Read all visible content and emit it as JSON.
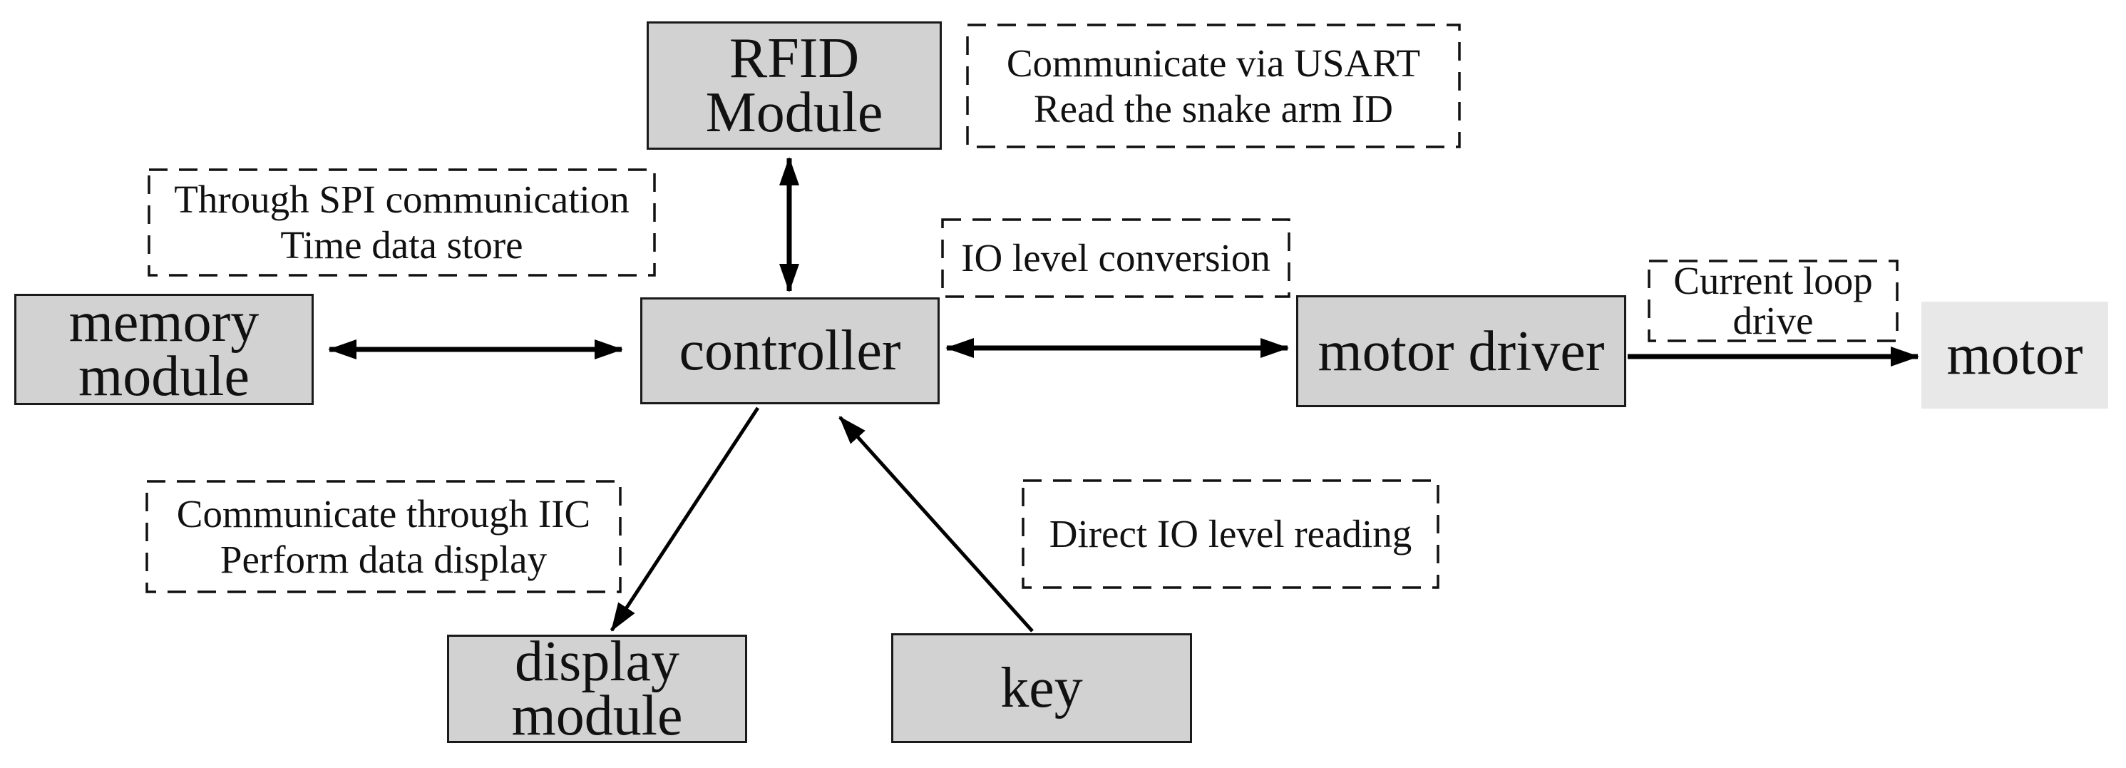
{
  "diagram": {
    "type": "block-diagram",
    "colors": {
      "background": "#ffffff",
      "node_fill": "#d2d2d2",
      "motor_fill": "#e8e8e8",
      "line": "#1a1a1a",
      "text": "#111111"
    },
    "nodes": {
      "rfid": {
        "label": "RFID\nModule"
      },
      "memory": {
        "label": "memory\nmodule"
      },
      "controller": {
        "label": "controller"
      },
      "motor_driver": {
        "label": "motor driver"
      },
      "motor": {
        "label": "motor"
      },
      "display": {
        "label": "display\nmodule"
      },
      "key": {
        "label": "key"
      }
    },
    "annotations": {
      "usart": {
        "text": "Communicate via USART\nRead the snake arm ID"
      },
      "spi": {
        "text": "Through SPI communication\nTime data store"
      },
      "io": {
        "text": "IO level conversion"
      },
      "current_loop": {
        "text": "Current loop\ndrive"
      },
      "iic": {
        "text": "Communicate through IIC\nPerform data display"
      },
      "direct_io": {
        "text": "Direct IO level reading"
      }
    },
    "connections": [
      {
        "from": "memory module",
        "to": "controller",
        "direction": "bidirectional",
        "note": "Through SPI communication / Time data store"
      },
      {
        "from": "RFID Module",
        "to": "controller",
        "direction": "bidirectional",
        "note": "Communicate via USART / Read the snake arm ID"
      },
      {
        "from": "controller",
        "to": "motor driver",
        "direction": "bidirectional",
        "note": "IO level conversion"
      },
      {
        "from": "motor driver",
        "to": "motor",
        "direction": "forward",
        "note": "Current loop drive"
      },
      {
        "from": "controller",
        "to": "display module",
        "direction": "forward",
        "note": "Communicate through IIC / Perform data display"
      },
      {
        "from": "key",
        "to": "controller",
        "direction": "forward",
        "note": "Direct IO level reading"
      }
    ]
  }
}
